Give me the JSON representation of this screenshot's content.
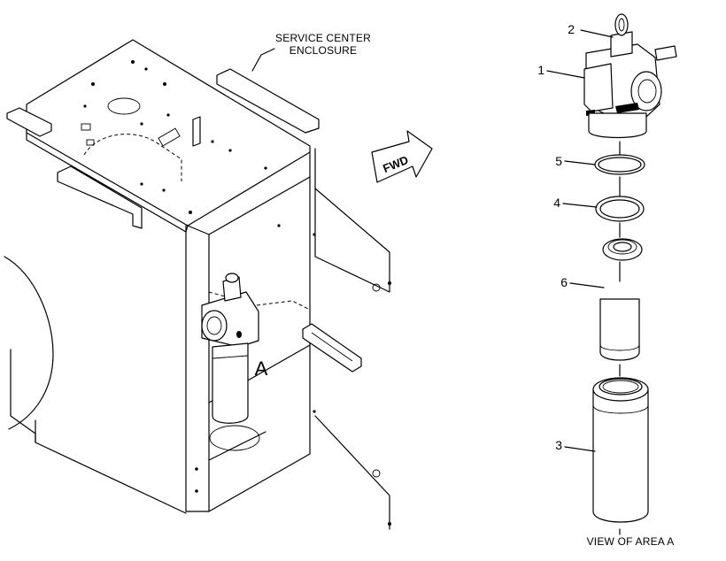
{
  "labels": {
    "enclosure_line1": "SERVICE CENTER",
    "enclosure_line2": "ENCLOSURE",
    "fwd": "FWD",
    "area": "A",
    "view_caption": "VIEW OF AREA A"
  },
  "callouts": [
    {
      "id": "1",
      "text": "1"
    },
    {
      "id": "2",
      "text": "2"
    },
    {
      "id": "3",
      "text": "3"
    },
    {
      "id": "4",
      "text": "4"
    },
    {
      "id": "5",
      "text": "5"
    },
    {
      "id": "6",
      "text": "6"
    }
  ],
  "colors": {
    "ink": "#000000",
    "paper": "#ffffff"
  }
}
